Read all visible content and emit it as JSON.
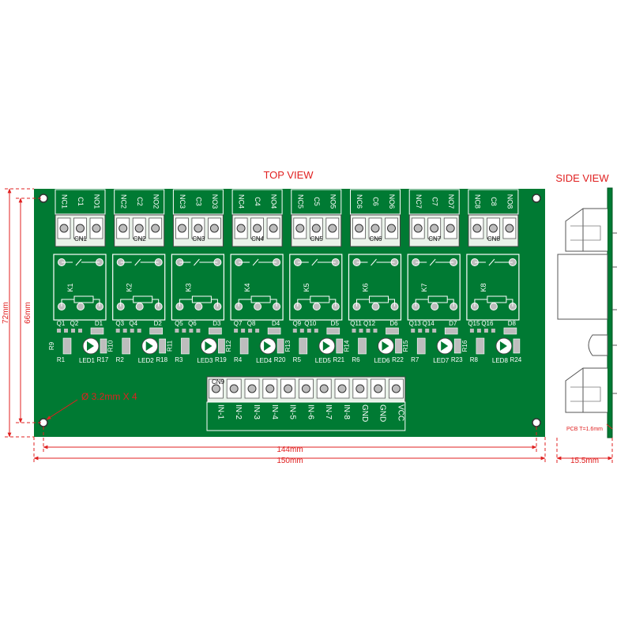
{
  "views": {
    "top": "TOP VIEW",
    "side": "SIDE VIEW"
  },
  "colors": {
    "board": "#007a33",
    "pad": "#bdbdbd",
    "terminal": "#e9f2e9",
    "dim": "#e02020",
    "silk": "#ffffff"
  },
  "dimensions": {
    "width_inner": "144mm",
    "width_outer": "150mm",
    "height_inner": "66mm",
    "height_outer": "72mm",
    "side_depth": "15.5mm",
    "pcb_thickness": "PCB T=1.6mm",
    "hole": "Ø 3.2mm X 4"
  },
  "channels": [
    {
      "pins": [
        "NC1",
        "C1",
        "NO1"
      ],
      "cn": "CN1",
      "relay": "K1",
      "q": [
        "Q1",
        "Q2"
      ],
      "d": "D1",
      "r_side": "R9",
      "r_bot": "R1",
      "led": "LED1",
      "r_led": "R17"
    },
    {
      "pins": [
        "NC2",
        "C2",
        "NO2"
      ],
      "cn": "CN2",
      "relay": "K2",
      "q": [
        "Q3",
        "Q4"
      ],
      "d": "D2",
      "r_side": "R10",
      "r_bot": "R2",
      "led": "LED2",
      "r_led": "R18"
    },
    {
      "pins": [
        "NC3",
        "C3",
        "NO3"
      ],
      "cn": "CN3",
      "relay": "K3",
      "q": [
        "Q5",
        "Q6"
      ],
      "d": "D3",
      "r_side": "R11",
      "r_bot": "R3",
      "led": "LED3",
      "r_led": "R19"
    },
    {
      "pins": [
        "NC4",
        "C4",
        "NO4"
      ],
      "cn": "CN4",
      "relay": "K4",
      "q": [
        "Q7",
        "Q8"
      ],
      "d": "D4",
      "r_side": "R12",
      "r_bot": "R4",
      "led": "LED4",
      "r_led": "R20"
    },
    {
      "pins": [
        "NC5",
        "C5",
        "NO5"
      ],
      "cn": "CN5",
      "relay": "K5",
      "q": [
        "Q9",
        "Q10"
      ],
      "d": "D5",
      "r_side": "R13",
      "r_bot": "R5",
      "led": "LED5",
      "r_led": "R21"
    },
    {
      "pins": [
        "NC6",
        "C6",
        "NO6"
      ],
      "cn": "CN6",
      "relay": "K6",
      "q": [
        "Q11",
        "Q12"
      ],
      "d": "D6",
      "r_side": "R14",
      "r_bot": "R6",
      "led": "LED6",
      "r_led": "R22"
    },
    {
      "pins": [
        "NC7",
        "C7",
        "NO7"
      ],
      "cn": "CN7",
      "relay": "K7",
      "q": [
        "Q13",
        "Q14"
      ],
      "d": "D7",
      "r_side": "R15",
      "r_bot": "R7",
      "led": "LED7",
      "r_led": "R23"
    },
    {
      "pins": [
        "NC8",
        "C8",
        "NO8"
      ],
      "cn": "CN8",
      "relay": "K8",
      "q": [
        "Q15",
        "Q16"
      ],
      "d": "D8",
      "r_side": "R16",
      "r_bot": "R8",
      "led": "LED8",
      "r_led": "R24"
    }
  ],
  "input_connector": {
    "label": "CN9",
    "pins": [
      "IN-1",
      "IN-2",
      "IN-3",
      "IN-4",
      "IN-5",
      "IN-6",
      "IN-7",
      "IN-8",
      "GND",
      "GND",
      "VCC"
    ]
  }
}
